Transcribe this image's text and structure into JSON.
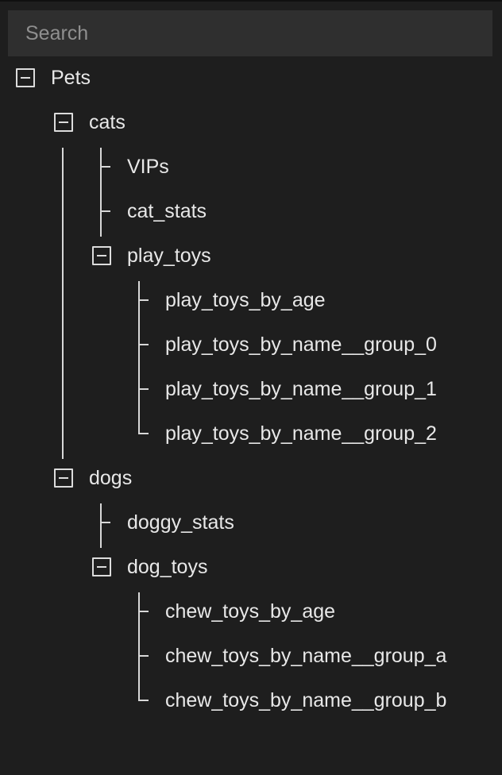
{
  "search": {
    "placeholder": "Search",
    "value": ""
  },
  "tree": {
    "root": {
      "label": "Pets",
      "toggle": "minus-square-icon",
      "children": [
        {
          "label": "cats",
          "toggle": "minus-square-icon",
          "children": [
            {
              "label": "VIPs"
            },
            {
              "label": "cat_stats"
            },
            {
              "label": "play_toys",
              "toggle": "minus-square-icon",
              "children": [
                {
                  "label": "play_toys_by_age"
                },
                {
                  "label": "play_toys_by_name__group_0"
                },
                {
                  "label": "play_toys_by_name__group_1"
                },
                {
                  "label": "play_toys_by_name__group_2"
                }
              ]
            }
          ]
        },
        {
          "label": "dogs",
          "toggle": "minus-square-icon",
          "children": [
            {
              "label": "doggy_stats"
            },
            {
              "label": "dog_toys",
              "toggle": "minus-square-icon",
              "children": [
                {
                  "label": "chew_toys_by_age"
                },
                {
                  "label": "chew_toys_by_name__group_a"
                },
                {
                  "label": "chew_toys_by_name__group_b"
                }
              ]
            }
          ]
        }
      ]
    }
  },
  "colors": {
    "background": "#1e1e1e",
    "search_bg": "#2f2f2f",
    "text": "#e8e8e8",
    "placeholder": "#8f8f8f",
    "lines": "#d8d8d8"
  }
}
